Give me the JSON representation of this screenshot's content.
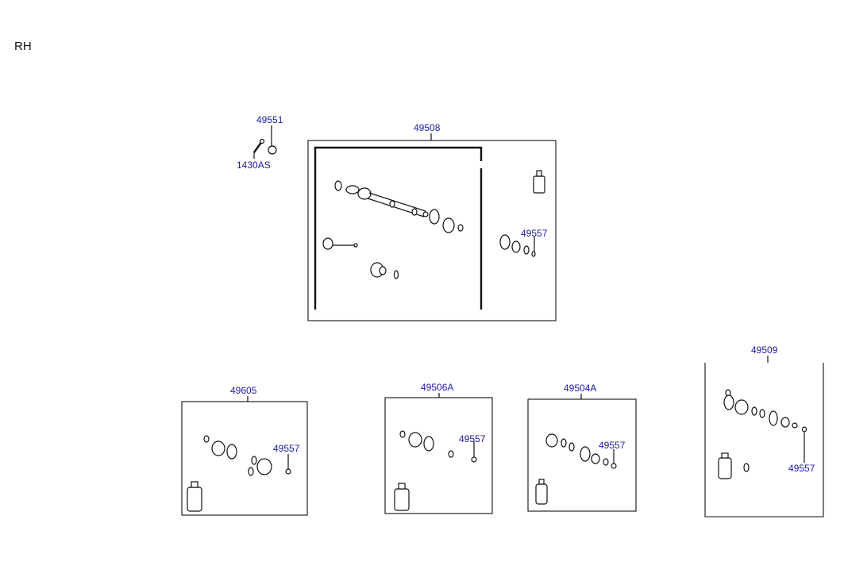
{
  "side_label": "RH",
  "colors": {
    "part_label": "#1a1aa8",
    "ink": "#111111",
    "background": "#ffffff"
  },
  "parts": {
    "p49551": "49551",
    "p1430as": "1430AS",
    "p49508": "49508",
    "p49557_main": "49557",
    "p49605": "49605",
    "p49557_a": "49557",
    "p49506a": "49506A",
    "p49557_b": "49557",
    "p49504a": "49504A",
    "p49557_c": "49557",
    "p49509": "49509",
    "p49557_d": "49557"
  }
}
